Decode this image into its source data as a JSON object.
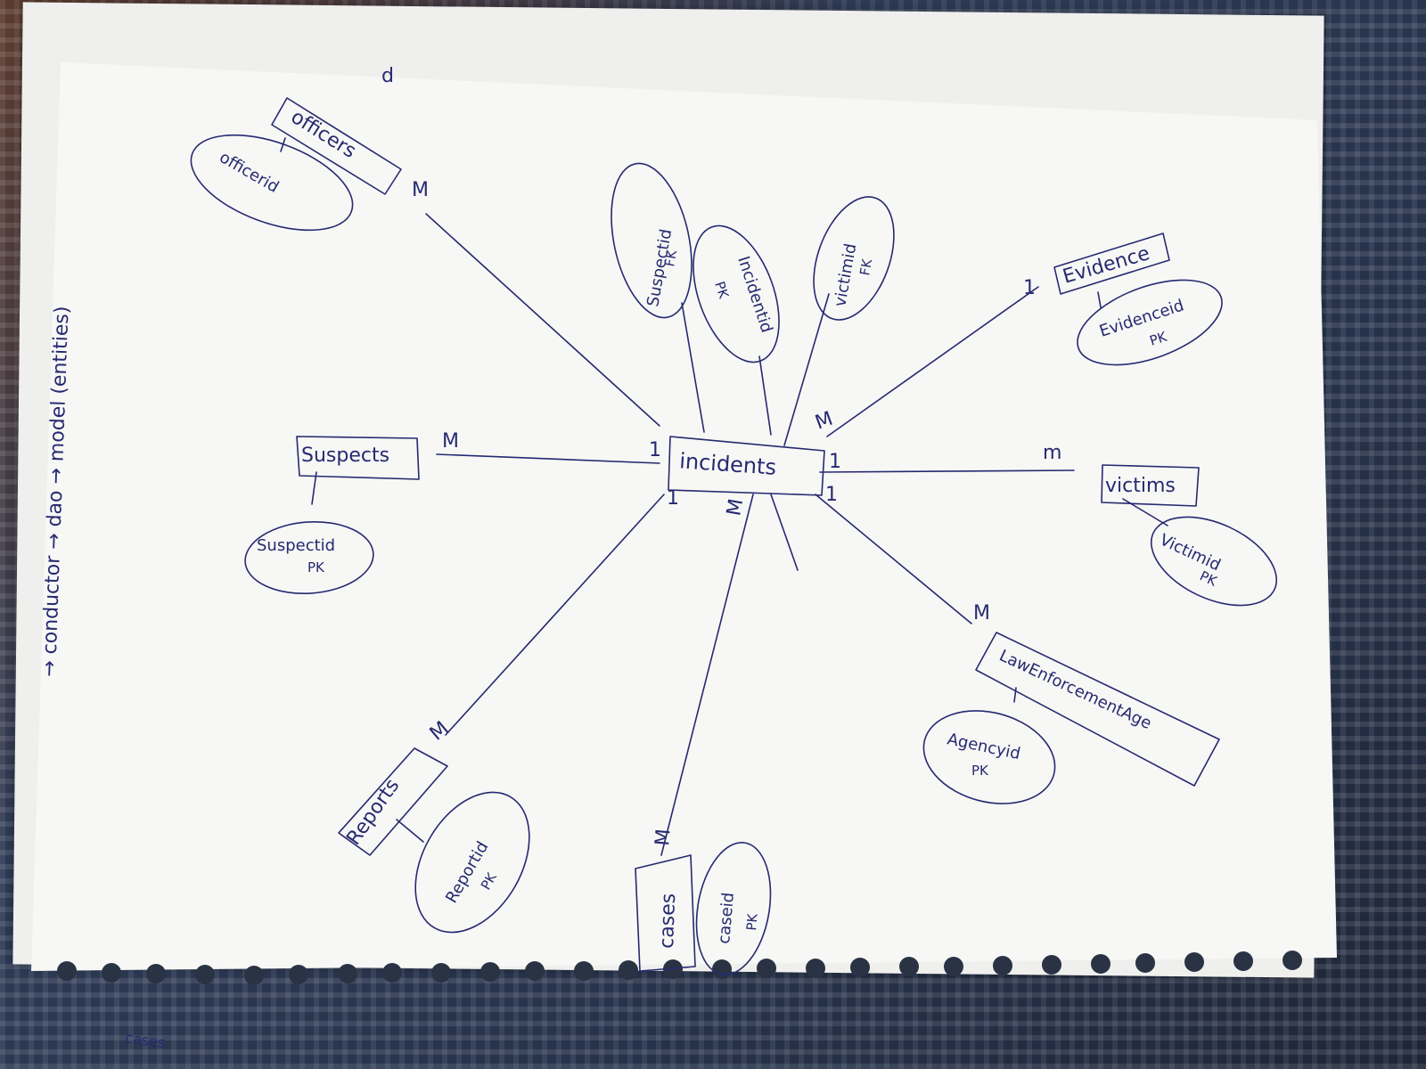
{
  "diagram": {
    "center_entity": "incidents",
    "entities": [
      {
        "key": "officers",
        "label": "officers",
        "attribute": "officerid",
        "pk": "",
        "cardinality": "M"
      },
      {
        "key": "suspects",
        "label": "Suspects",
        "attribute": "Suspectid",
        "pk": "PK",
        "cardinality": "M"
      },
      {
        "key": "reports",
        "label": "Reports",
        "attribute": "Reportid",
        "pk": "PK",
        "cardinality": "M"
      },
      {
        "key": "cases",
        "label": "cases",
        "attribute": "caseid",
        "pk": "PK",
        "cardinality": "M"
      },
      {
        "key": "law",
        "label": "LawEnforcementAge",
        "attribute": "Agencyid",
        "pk": "PK",
        "cardinality": "M"
      },
      {
        "key": "victims",
        "label": "victims",
        "attribute": "Victimid",
        "pk": "PK",
        "cardinality": "m"
      },
      {
        "key": "evidence",
        "label": "Evidence",
        "attribute": "Evidenceid",
        "pk": "PK",
        "cardinality": "1"
      }
    ],
    "incident_attributes": [
      {
        "label": "Suspectid",
        "pk": "FK"
      },
      {
        "label": "Incidentid",
        "pk": "PK"
      },
      {
        "label": "victimid",
        "pk": "FK"
      }
    ],
    "cardinalities": {
      "incident_side": "1",
      "incident_side_m": "M"
    },
    "margin_note": "→ conductor → dao → model (entities)",
    "corner_note": "cases",
    "corner_mark": "d"
  }
}
